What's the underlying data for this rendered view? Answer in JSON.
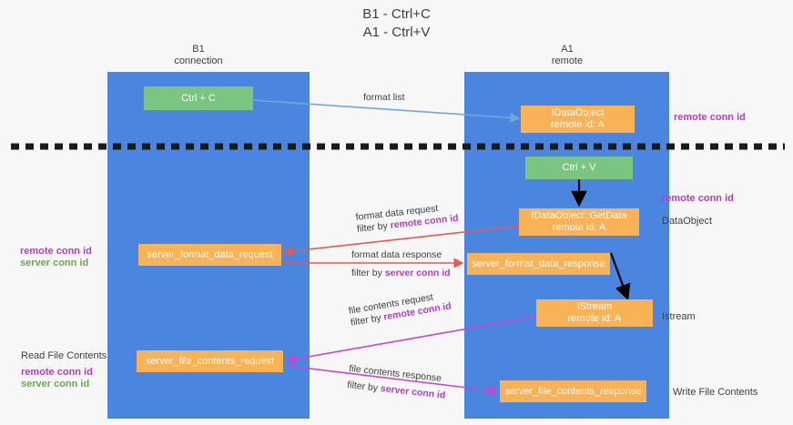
{
  "title": {
    "line1": "B1 - Ctrl+C",
    "line2": "A1 - Ctrl+V"
  },
  "lanes": [
    {
      "id": "b1",
      "header_line1": "B1",
      "header_line2": "connection"
    },
    {
      "id": "a1",
      "header_line1": "A1",
      "header_line2": "remote"
    }
  ],
  "boxes": {
    "ctrl_c": "Ctrl + C",
    "ctrl_v": "Ctrl + V",
    "idataobject_l1": "IDataObject",
    "idataobject_l2": "remote id: A",
    "getdata_l1": "IDataObject::GetData",
    "getdata_l2": "remote id: A",
    "istream_l1": "IStream",
    "istream_l2": "remote id: A",
    "server_format_data_request": "server_format_data_request",
    "server_format_data_response": "server_format_data_response",
    "server_file_contents_request": "server_file_contents_request",
    "server_file_contents_response": "server_file_contents_response"
  },
  "arrow_labels": {
    "format_list": "format list",
    "format_data_request": "format data request",
    "format_data_request_filter_prefix": "filter by ",
    "format_data_request_filter_key": "remote conn id",
    "format_data_response": "format data response",
    "format_data_response_filter_prefix": "filter by ",
    "format_data_response_filter_key": "server conn id",
    "file_contents_request": "file contents request",
    "file_contents_request_filter_prefix": "filter by ",
    "file_contents_request_filter_key": "remote conn id",
    "file_contents_response": "file contents response",
    "file_contents_response_filter_prefix": "filter by ",
    "file_contents_response_filter_key": "server conn id"
  },
  "right_labels": {
    "remote_conn_id_top": "remote conn id",
    "remote_conn_id_mid": "remote conn id",
    "dataobject": "DataObject",
    "istream": "Istream",
    "write_file_contents": "Write File Contents"
  },
  "left_labels": {
    "remote_conn_id_1": "remote conn id",
    "server_conn_id_1": "server conn id",
    "read_file_contents": "Read File Contents",
    "remote_conn_id_2": "remote conn id",
    "server_conn_id_2": "server conn id"
  },
  "colors": {
    "lane": "#4a86e0",
    "green_box": "#7ac57f",
    "orange_box": "#f9b256",
    "purple_text": "#b23ec4",
    "green_text": "#6aa84f",
    "arrow_blue": "#6fa8dc",
    "arrow_red": "#e8584f",
    "arrow_magenta": "#cc44cc",
    "arrow_black": "#000000",
    "background": "#f7f7f7"
  }
}
